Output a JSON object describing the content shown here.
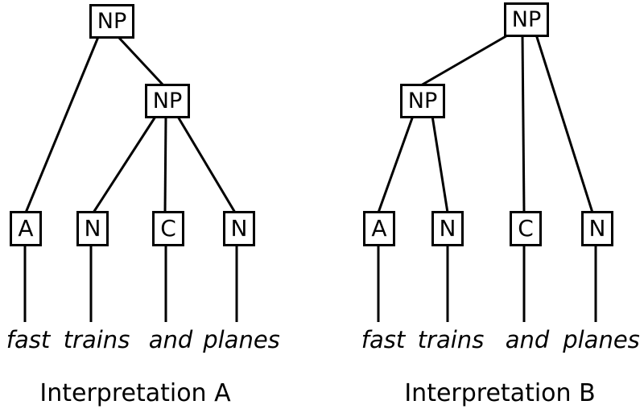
{
  "diagram": {
    "title": "Two parse trees for the phrase fast trains and planes",
    "colors": {
      "background": "#ffffff",
      "line": "#000000",
      "text": "#000000"
    },
    "trees": [
      {
        "caption": "Interpretation A",
        "root_label": "NP",
        "inner_label": "NP",
        "leaves": [
          {
            "tag": "A",
            "word": "fast"
          },
          {
            "tag": "N",
            "word": "trains"
          },
          {
            "tag": "C",
            "word": "and"
          },
          {
            "tag": "N",
            "word": "planes"
          }
        ]
      },
      {
        "caption": "Interpretation B",
        "root_label": "NP",
        "inner_label": "NP",
        "leaves": [
          {
            "tag": "A",
            "word": "fast"
          },
          {
            "tag": "N",
            "word": "trains"
          },
          {
            "tag": "C",
            "word": "and"
          },
          {
            "tag": "N",
            "word": "planes"
          }
        ]
      }
    ]
  }
}
